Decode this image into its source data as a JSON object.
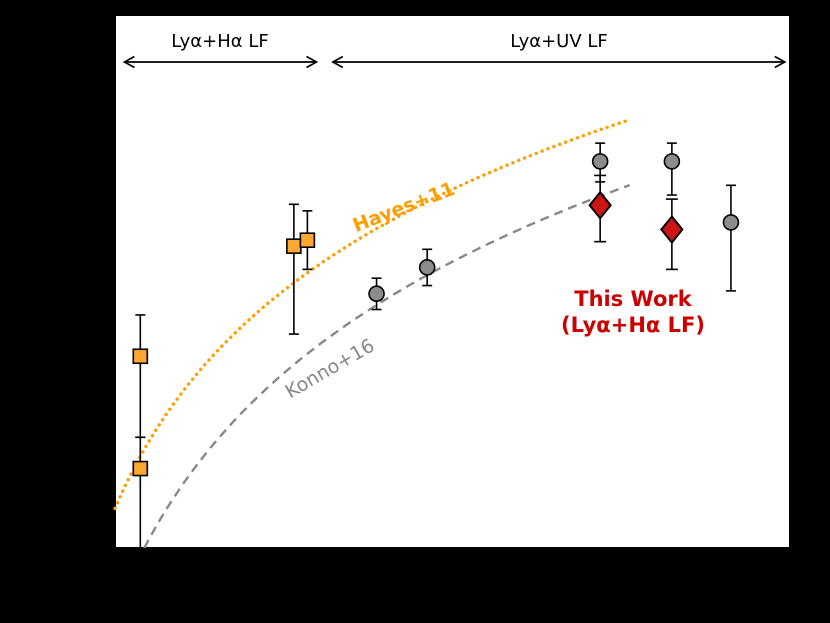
{
  "figure": {
    "background": "#000000",
    "plot_background": "#ffffff",
    "frame_color": "#000000"
  },
  "chart_data": {
    "type": "scatter",
    "title": "",
    "xlabel": "",
    "ylabel": "",
    "x_axis": {
      "min": 0,
      "max": 8,
      "scale": "linear"
    },
    "y_axis": {
      "min": 0.001,
      "max": 1.0,
      "scale": "log"
    },
    "grid": false,
    "regions": [
      {
        "label": "Lyα+Hα LF",
        "x_start": 0.1,
        "x_end": 2.4
      },
      {
        "label": "Lyα+UV LF",
        "x_start": 2.57,
        "x_end": 7.95
      }
    ],
    "curves": [
      {
        "name": "hayes11",
        "label": "Hayes+11",
        "color": "#FF9E00",
        "style": "dotted",
        "form": "f = A*(1+z)^B",
        "A": 0.00167,
        "B": 2.57,
        "z_min": 0.0,
        "z_max": 6.05
      },
      {
        "name": "konno16",
        "label": "Konno+16",
        "color": "#888888",
        "style": "dashed",
        "form": "f = A*(1+z)^B",
        "A": 0.00043,
        "B": 2.83,
        "z_min": 0.2,
        "z_max": 6.1
      }
    ],
    "series": [
      {
        "name": "Lya+Ha LF points",
        "marker": "square",
        "color": "#FFA733",
        "points": [
          {
            "z": 0.3,
            "f": 0.012,
            "f_lo": 0.0042,
            "f_hi": 0.0205
          },
          {
            "z": 0.3,
            "f": 0.0028,
            "f_lo": 0.001,
            "f_hi": 0.0042
          },
          {
            "z": 2.12,
            "f": 0.05,
            "f_lo": 0.016,
            "f_hi": 0.086
          },
          {
            "z": 2.28,
            "f": 0.054,
            "f_lo": 0.037,
            "f_hi": 0.079
          }
        ]
      },
      {
        "name": "Lya+UV LF points",
        "marker": "circle",
        "color": "#8C8C8C",
        "points": [
          {
            "z": 3.1,
            "f": 0.027,
            "f_lo": 0.022,
            "f_hi": 0.033
          },
          {
            "z": 3.7,
            "f": 0.038,
            "f_lo": 0.03,
            "f_hi": 0.048
          },
          {
            "z": 5.75,
            "f": 0.15,
            "f_lo": 0.115,
            "f_hi": 0.19
          },
          {
            "z": 6.6,
            "f": 0.15,
            "f_lo": 0.097,
            "f_hi": 0.19
          },
          {
            "z": 7.3,
            "f": 0.068,
            "f_lo": 0.028,
            "f_hi": 0.11
          }
        ]
      },
      {
        "name": "This Work points",
        "marker": "diamond",
        "color": "#CC1414",
        "points": [
          {
            "z": 5.75,
            "f": 0.085,
            "f_lo": 0.053,
            "f_hi": 0.125
          },
          {
            "z": 6.6,
            "f": 0.062,
            "f_lo": 0.037,
            "f_hi": 0.092
          }
        ]
      }
    ],
    "annotations": {
      "this_work_line1": "This Work",
      "this_work_line2": "(Lyα+Hα LF)",
      "this_work_color": "#CC0000"
    }
  }
}
